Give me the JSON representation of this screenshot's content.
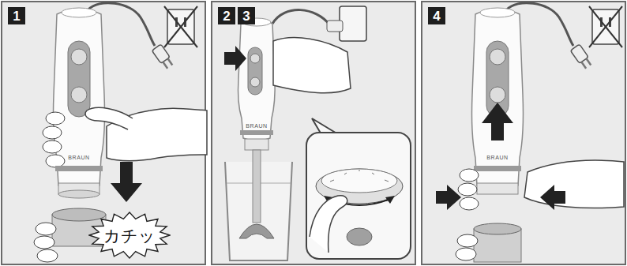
{
  "diagram": {
    "nodes": [
      {
        "text": [
          "1"
        ]
      },
      {
        "text": [
          "2"
        ]
      },
      {
        "text": [
          "3"
        ]
      },
      {
        "text": [
          "4"
        ]
      },
      {
        "text": [
          "カチッ"
        ]
      }
    ],
    "labels": [
      "BRAUN",
      "BRAUN",
      "BRAUN"
    ]
  }
}
